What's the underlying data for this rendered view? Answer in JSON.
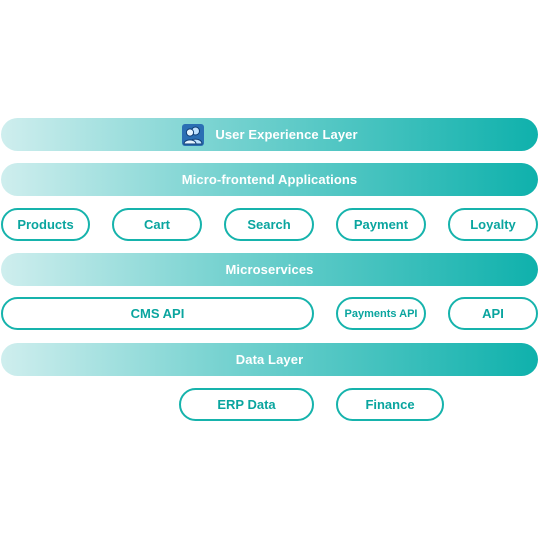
{
  "layers": {
    "ux": {
      "label": "User Experience Layer",
      "icon": "users-icon"
    },
    "mfe": {
      "label": "Micro-frontend Applications"
    },
    "ms": {
      "label": "Microservices"
    },
    "data": {
      "label": "Data Layer"
    }
  },
  "microfrontends": [
    "Products",
    "Cart",
    "Search",
    "Payment",
    "Loyalty"
  ],
  "services": [
    "CMS API",
    "Payments API",
    "API"
  ],
  "data_sources": [
    "ERP Data",
    "Finance"
  ],
  "colors": {
    "gradient_start": "#cfeeee",
    "gradient_end": "#0fb1ac",
    "pill_border": "#16b3ac",
    "pill_text": "#0aa59f"
  }
}
